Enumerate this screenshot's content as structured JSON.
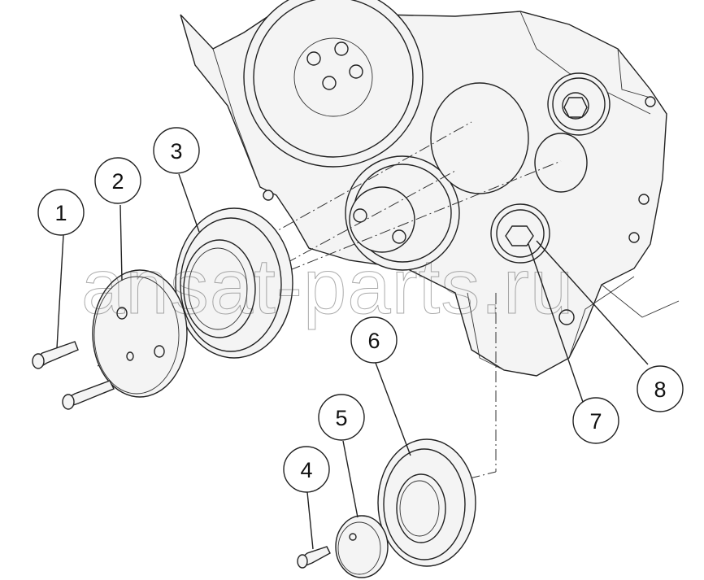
{
  "watermark": "ansat-parts.ru",
  "callouts": [
    {
      "id": "1",
      "label": "1"
    },
    {
      "id": "2",
      "label": "2"
    },
    {
      "id": "3",
      "label": "3"
    },
    {
      "id": "4",
      "label": "4"
    },
    {
      "id": "5",
      "label": "5"
    },
    {
      "id": "6",
      "label": "6"
    },
    {
      "id": "7",
      "label": "7"
    },
    {
      "id": "8",
      "label": "8"
    }
  ]
}
